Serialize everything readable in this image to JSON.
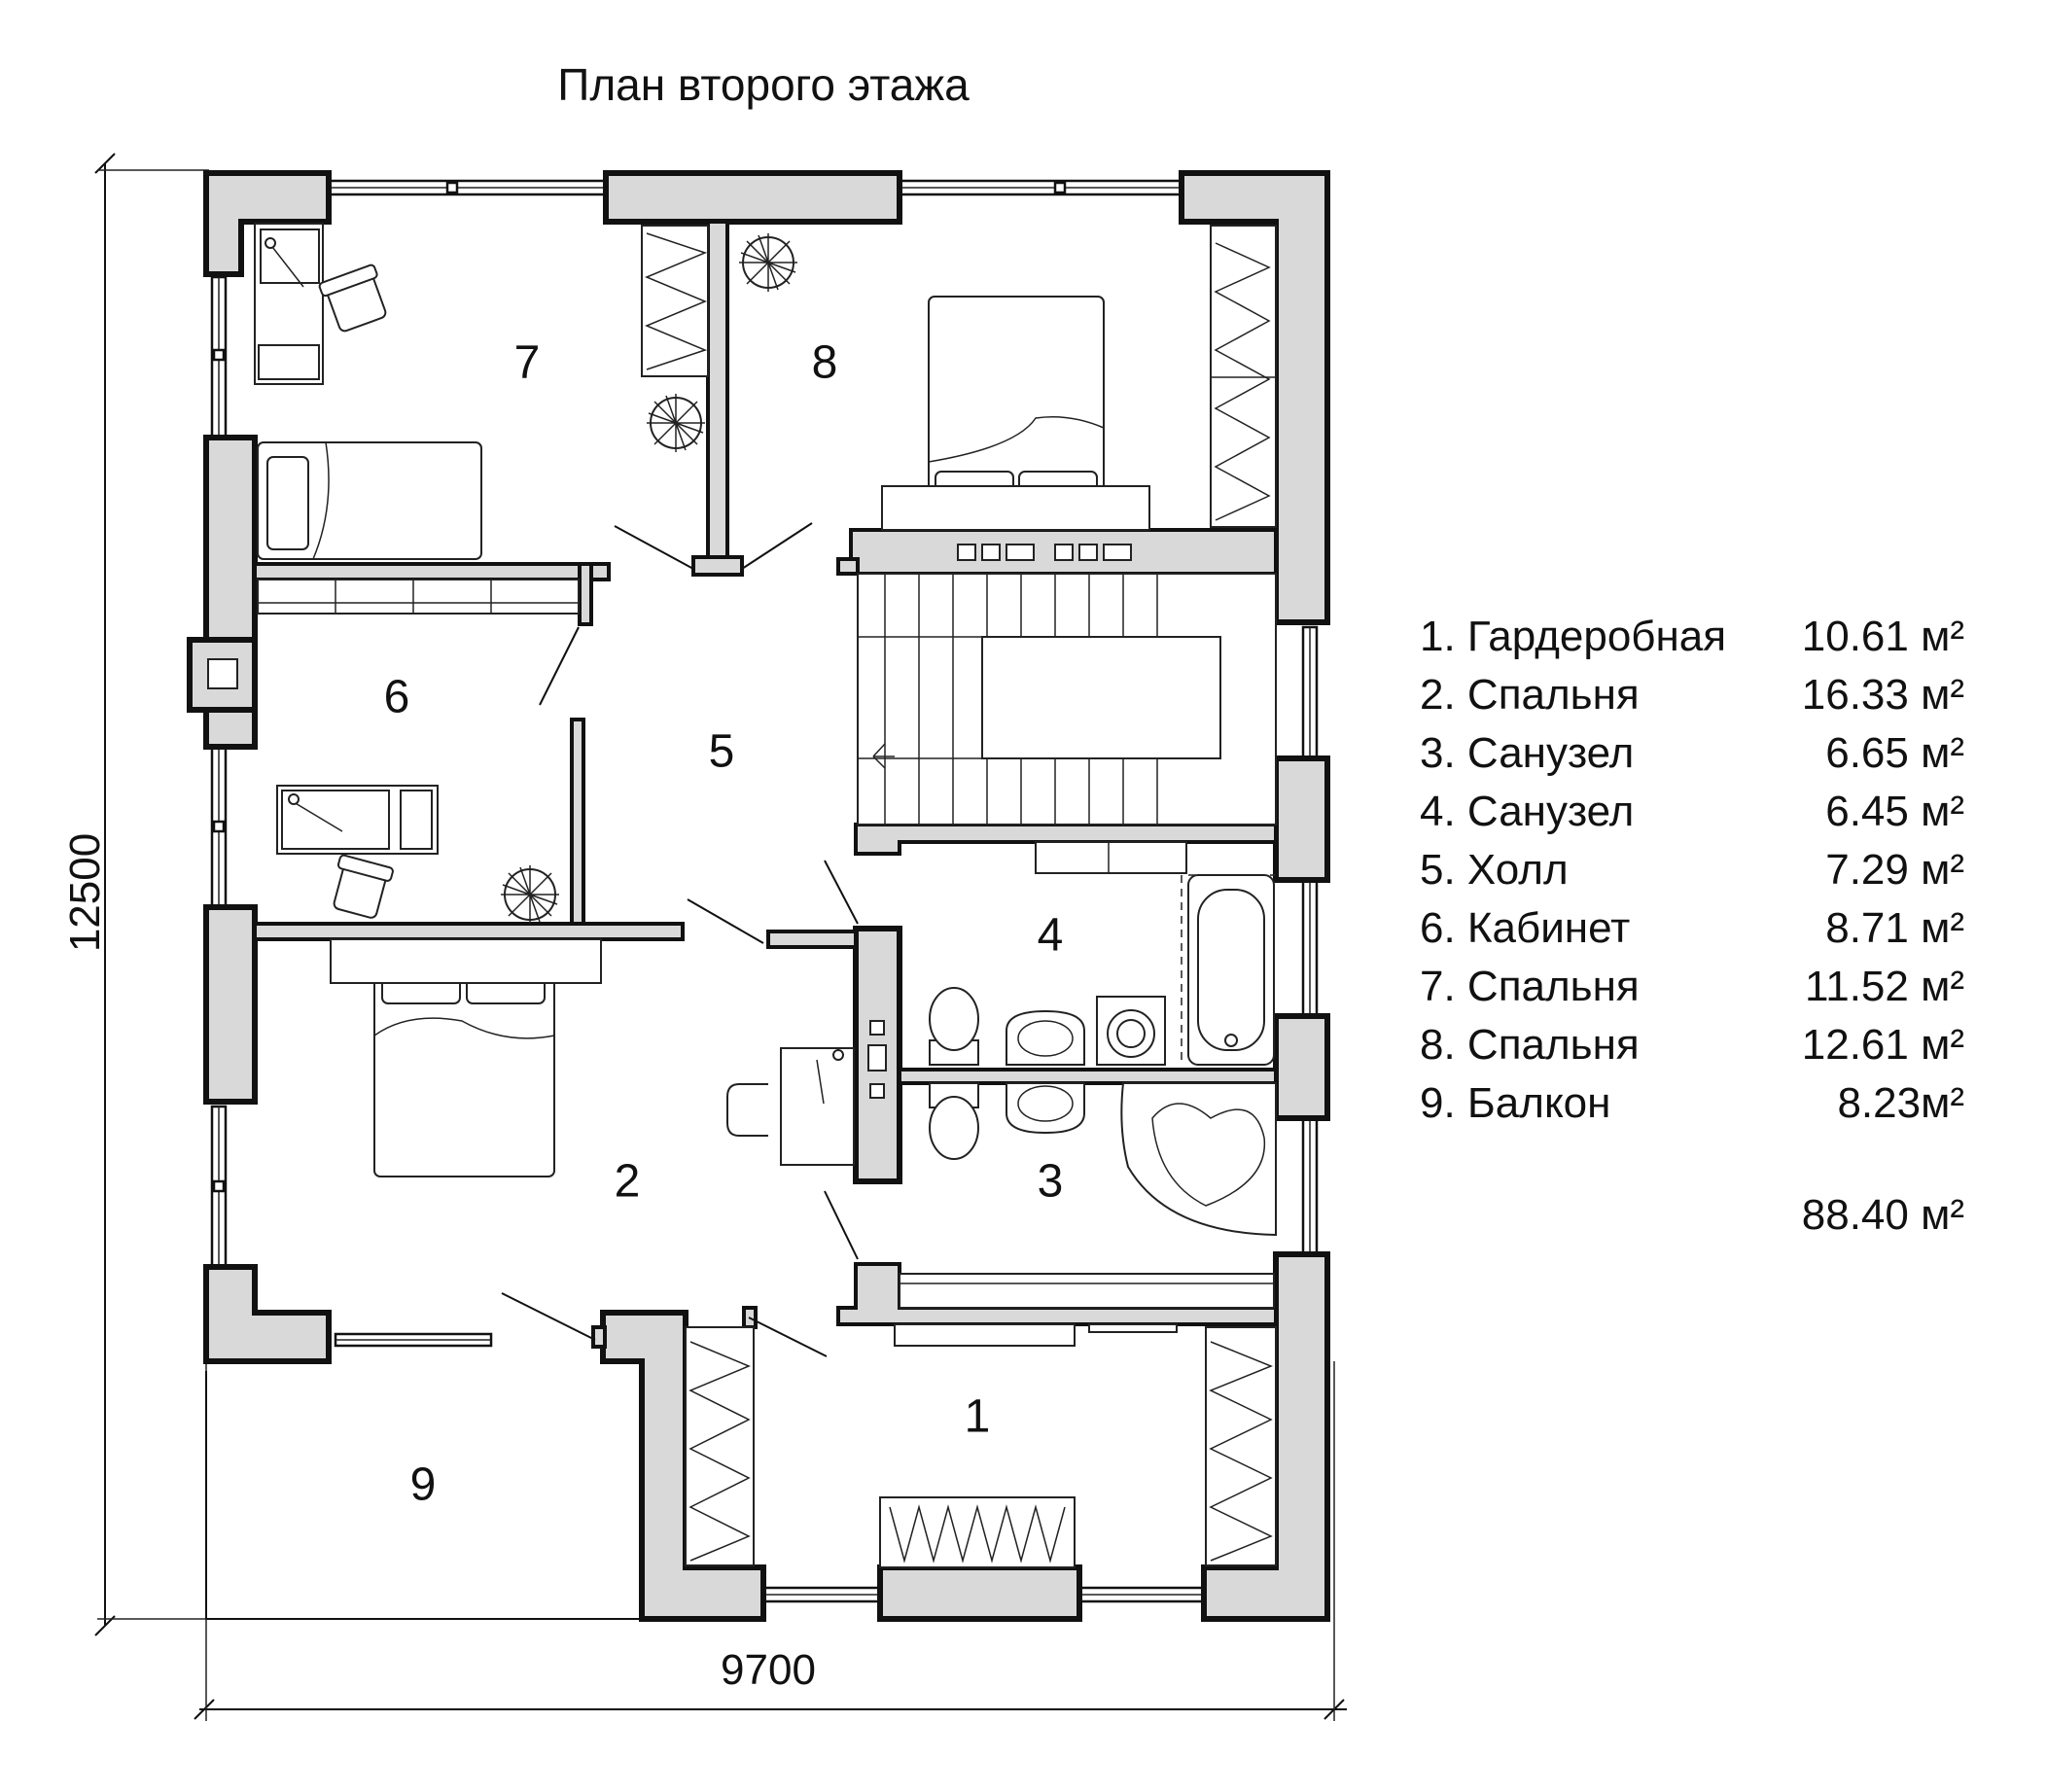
{
  "title": "План второго этажа",
  "dimensions": {
    "width": "9700",
    "height": "12500"
  },
  "room_numbers": [
    "1",
    "2",
    "3",
    "4",
    "5",
    "6",
    "7",
    "8",
    "9"
  ],
  "legend": [
    {
      "name": "1. Гардеробная",
      "area": "10.61 м²"
    },
    {
      "name": "2. Спальня",
      "area": "16.33 м²"
    },
    {
      "name": "3. Санузел",
      "area": "6.65 м²"
    },
    {
      "name": "4. Санузел",
      "area": "6.45 м²"
    },
    {
      "name": "5. Холл",
      "area": "7.29 м²"
    },
    {
      "name": "6. Кабинет",
      "area": "8.71 м²"
    },
    {
      "name": "7. Спальня",
      "area": "11.52 м²"
    },
    {
      "name": "8. Спальня",
      "area": "12.61 м²"
    },
    {
      "name": "9. Балкон",
      "area": "8.23м²"
    }
  ],
  "total_area": "88.40 м²",
  "colors": {
    "wall_fill": "#d9d9d9",
    "line": "#111111",
    "background": "#ffffff"
  }
}
